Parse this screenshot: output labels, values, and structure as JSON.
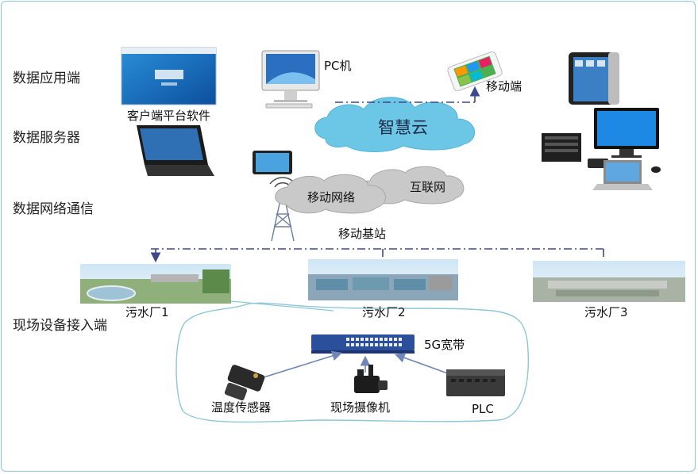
{
  "layers": {
    "app": "数据应用端",
    "server": "数据服务器",
    "network": "数据网络通信",
    "field": "现场设备接入端"
  },
  "devices": {
    "client_software": "客户端平台软件",
    "pc": "PC机",
    "mobile": "移动端",
    "cloud": "智慧云",
    "mobile_network": "移动网络",
    "internet": "互联网",
    "base_station": "移动基站",
    "broadband": "5G宽带",
    "temp_sensor": "温度传感器",
    "camera": "现场摄像机",
    "plc": "PLC"
  },
  "plants": [
    "污水厂1",
    "污水厂2",
    "污水厂3"
  ],
  "colors": {
    "border": "#8ec7d6",
    "cloud": "#6cc7e6",
    "network_cloud": "#c7c7c7",
    "dash_line": "#3b4a8c",
    "arrow": "#6f87b8"
  }
}
